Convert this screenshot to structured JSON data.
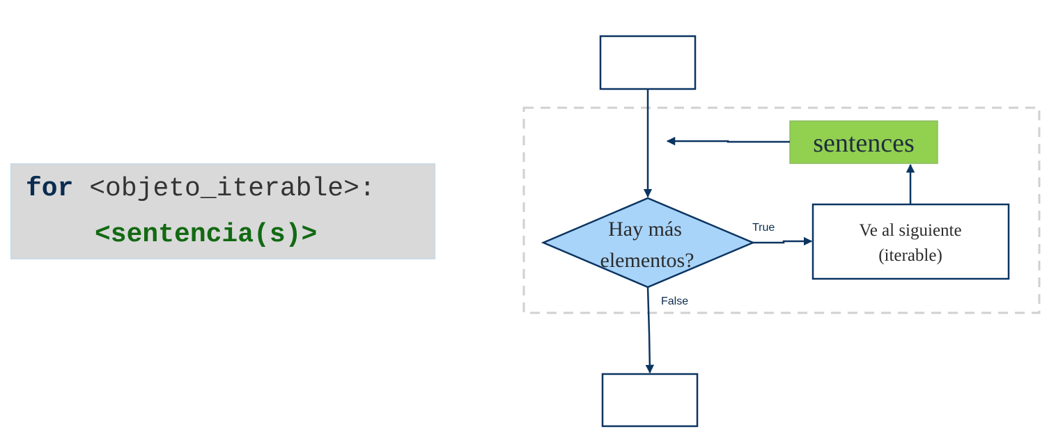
{
  "code": {
    "keyword": "for",
    "iterable": " <objeto_iterable>:",
    "body": "<sentencia(s)>"
  },
  "flowchart": {
    "decision_line1": "Hay más",
    "decision_line2": "elementos?",
    "true_label": "True",
    "false_label": "False",
    "next_line1": "Ve al siguiente",
    "next_line2": "(iterable)",
    "sentences_label": "sentences"
  },
  "colors": {
    "code_bg": "#d9d9d9",
    "keyword": "#0b2c4f",
    "body_code": "#126912",
    "decision_fill": "#a9d4f9",
    "sentences_fill": "#92d050",
    "line": "#0b3461",
    "loop_border": "#d0d0d0"
  }
}
